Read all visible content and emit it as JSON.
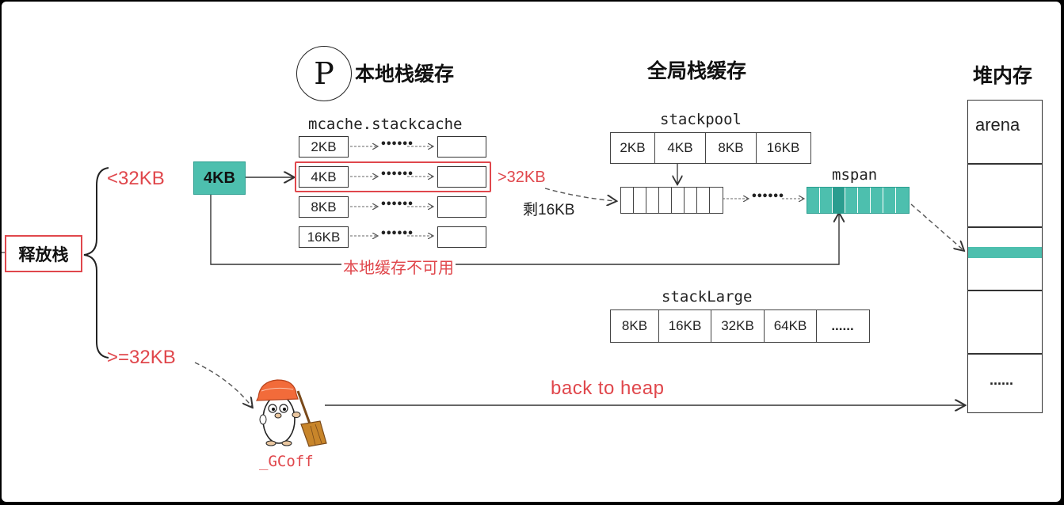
{
  "diagram": {
    "p_circle": "P",
    "local_title": "本地栈缓存",
    "global_title": "全局栈缓存",
    "heap_title": "堆内存",
    "mcache_label": "mcache.stackcache",
    "mcache_rows": [
      "2KB",
      "4KB",
      "8KB",
      "16KB"
    ],
    "dots": "••••••",
    "stackpool_label": "stackpool",
    "stackpool_cells": [
      "2KB",
      "4KB",
      "8KB",
      "16KB"
    ],
    "stacklarge_label": "stackLarge",
    "stacklarge_cells": [
      "8KB",
      "16KB",
      "32KB",
      "64KB",
      "......"
    ],
    "mspan_label": "mspan",
    "release_stack": "释放栈",
    "lt32": "<32KB",
    "ge32": ">=32KB",
    "gt32": ">32KB",
    "remaining": "剩16KB",
    "block_4kb": "4KB",
    "local_unavailable": "本地缓存不可用",
    "back_to_heap": "back to heap",
    "gcoff": "_GCoff",
    "arena": "arena",
    "heap_dots": "......"
  },
  "colors": {
    "red": "#e0474c",
    "teal": "#4dbfae",
    "teal_dark": "#2a9d8f"
  }
}
